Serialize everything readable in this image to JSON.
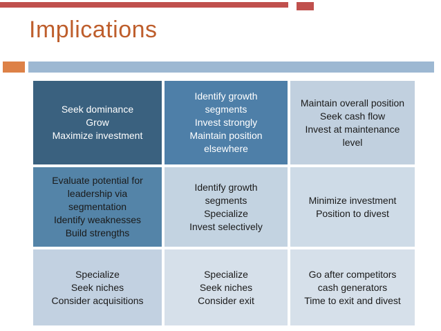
{
  "slide": {
    "title": "Implications",
    "colors": {
      "title_text": "#BE5E2C",
      "top_bar_red": "#C0504D",
      "top_square_red": "#C0504D",
      "divider_square_orange": "#DD8147",
      "divider_bar_blue": "#9DB8D2"
    }
  },
  "matrix": {
    "rows": [
      {
        "cells": [
          {
            "text": "Seek dominance\nGrow\nMaximize investment",
            "bg": "#3A617F",
            "fg": "#FFFFFF"
          },
          {
            "text": "Identify growth\nsegments\nInvest strongly\nMaintain position\nelsewhere",
            "bg": "#4E7FA8",
            "fg": "#FFFFFF"
          },
          {
            "text": "Maintain overall position\nSeek cash flow\nInvest at maintenance\nlevel",
            "bg": "#C1D0DF",
            "fg": "#1A1A1A"
          }
        ]
      },
      {
        "cells": [
          {
            "text": "Evaluate potential for\nleadership via\nsegmentation\nIdentify weaknesses\nBuild strengths",
            "bg": "#5484A8",
            "fg": "#1A1A1A"
          },
          {
            "text": "Identify growth\nsegments\nSpecialize\nInvest selectively",
            "bg": "#C3D3E1",
            "fg": "#1A1A1A"
          },
          {
            "text": "Minimize investment\nPosition to divest",
            "bg": "#CEDBE7",
            "fg": "#1A1A1A"
          }
        ]
      },
      {
        "cells": [
          {
            "text": "Specialize\nSeek niches\nConsider acquisitions",
            "bg": "#C2D1E1",
            "fg": "#1A1A1A"
          },
          {
            "text": "Specialize\nSeek niches\nConsider exit",
            "bg": "#D6E0EA",
            "fg": "#1A1A1A"
          },
          {
            "text": "Go after competitors\ncash generators\nTime to exit and divest",
            "bg": "#D6E0EA",
            "fg": "#1A1A1A"
          }
        ]
      }
    ]
  }
}
